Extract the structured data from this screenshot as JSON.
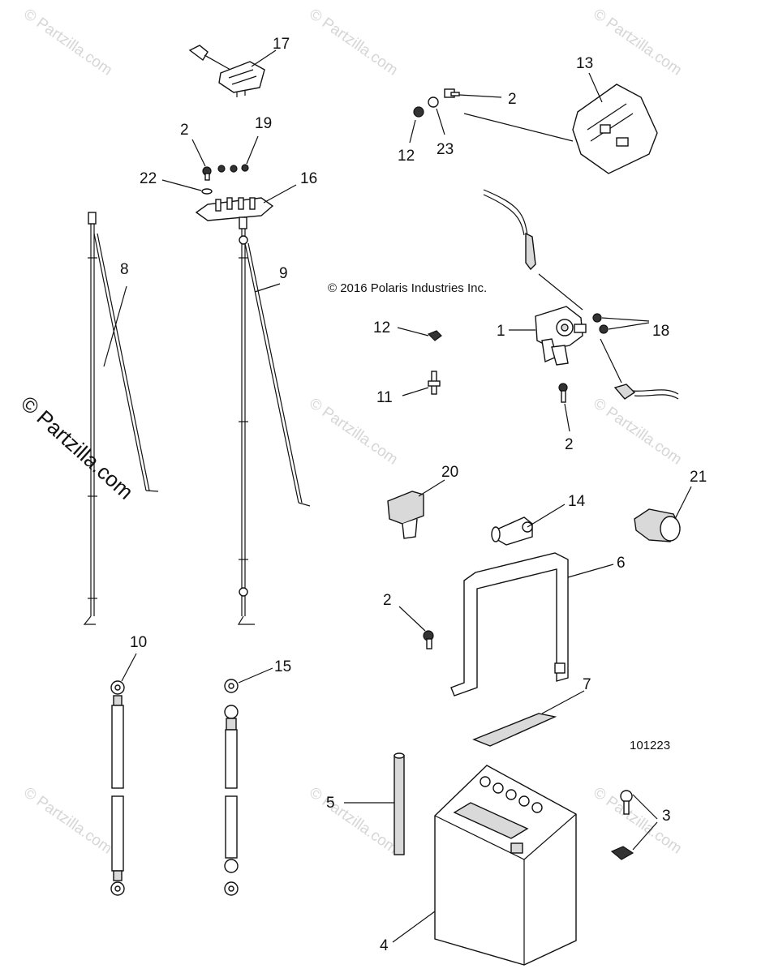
{
  "copyright": "© 2016 Polaris Industries Inc.",
  "drawing_number": "101223",
  "watermark_text": "© Partzilla.com",
  "side_watermark": "© Partzilla.com",
  "callouts": {
    "c1": "1",
    "c2a": "2",
    "c2b": "2",
    "c2c": "2",
    "c2d": "2",
    "c3": "3",
    "c4": "4",
    "c5": "5",
    "c6": "6",
    "c7": "7",
    "c8": "8",
    "c9": "9",
    "c10": "10",
    "c11": "11",
    "c12a": "12",
    "c12b": "12",
    "c13": "13",
    "c14": "14",
    "c15": "15",
    "c16": "16",
    "c17": "17",
    "c18": "18",
    "c19": "19",
    "c20": "20",
    "c21": "21",
    "c22": "22",
    "c23": "23"
  }
}
